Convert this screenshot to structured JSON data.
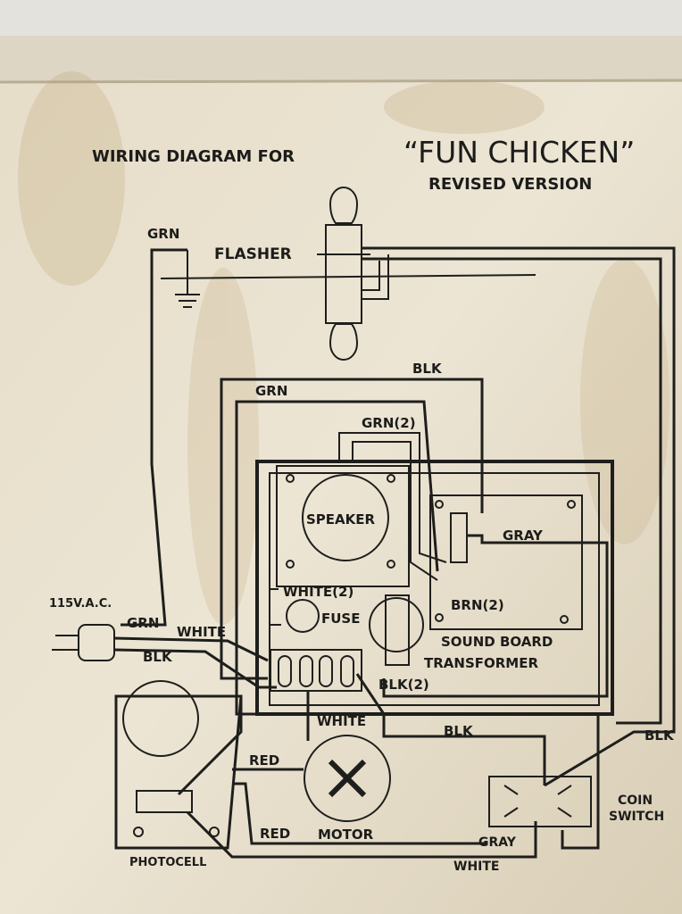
{
  "title": {
    "prefix": "WIRING DIAGRAM FOR",
    "name": "“FUN CHICKEN”",
    "subtitle": "REVISED VERSION"
  },
  "labels": {
    "grn_ground": "GRN",
    "flasher": "FLASHER",
    "blk_top": "BLK",
    "grn_loop": "GRN",
    "grn2": "GRN(2)",
    "speaker": "SPEAKER",
    "gray_board": "GRAY",
    "white2": "WHITE(2)",
    "fuse": "FUSE",
    "brn2": "BRN(2)",
    "sound_board": "SOUND BOARD",
    "transformer": "TRANSFORMER",
    "vac": "115V.A.C.",
    "grn_plug": "GRN",
    "white_plug": "WHITE",
    "blk_plug": "BLK",
    "blk2": "BLK(2)",
    "white_mid": "WHITE",
    "blk_mid": "BLK",
    "blk_right": "BLK",
    "red_top": "RED",
    "red_bottom": "RED",
    "motor": "MOTOR",
    "coin": "COIN",
    "switch": "SWITCH",
    "gray_bottom": "GRAY",
    "white_bottom": "WHITE",
    "photocell": "PHOTOCELL"
  }
}
